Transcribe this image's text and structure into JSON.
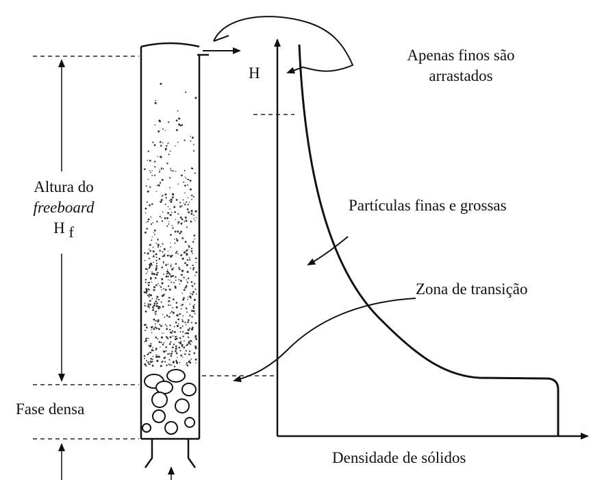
{
  "labels": {
    "h_axis": "H",
    "apenas_line1": "Apenas finos são",
    "apenas_line2": "arrastados",
    "altura_line1": "Altura do",
    "altura_line2": "freeboard",
    "hf_main": "H",
    "hf_sub": "f",
    "particulas": "Partículas finas e grossas",
    "zona": "Zona de transição",
    "fase_densa": "Fase densa",
    "densidade": "Densidade de sólidos"
  }
}
